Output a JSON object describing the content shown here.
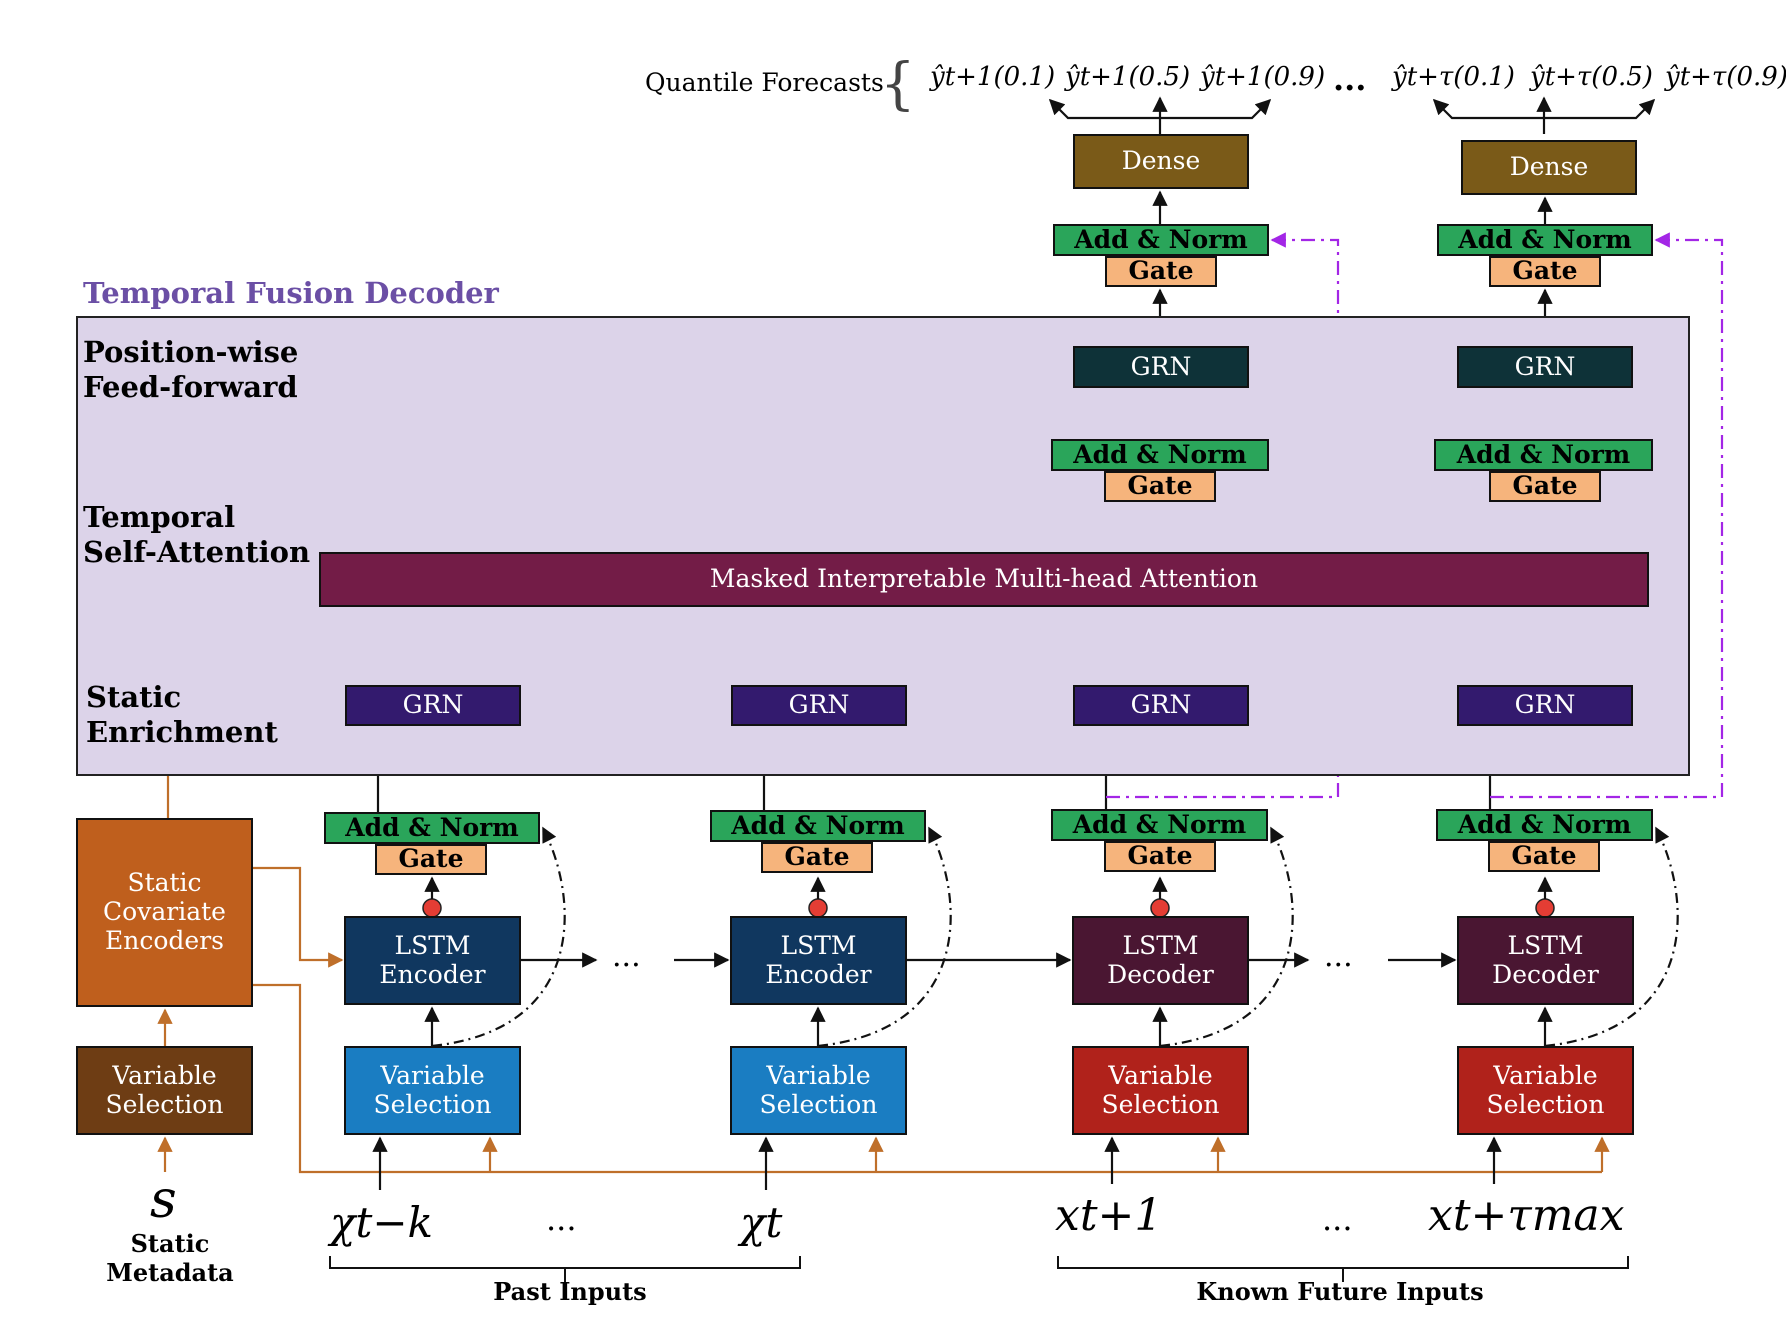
{
  "title": "Temporal Fusion Decoder",
  "sections": {
    "position_wise": [
      "Position-wise",
      "Feed-forward"
    ],
    "temporal_self_attention": [
      "Temporal",
      "Self-Attention"
    ],
    "static_enrichment": [
      "Static",
      "Enrichment"
    ]
  },
  "quantile_forecasts": {
    "label": "Quantile Forecasts",
    "group1": [
      "ŷt+1(0.1)",
      "ŷt+1(0.5)",
      "ŷt+1(0.9)"
    ],
    "group2": [
      "ŷt+τ(0.1)",
      "ŷt+τ(0.5)",
      "ŷt+τ(0.9)"
    ],
    "ellipsis": "..."
  },
  "blocks": {
    "dense": "Dense",
    "add_norm": "Add & Norm",
    "gate": "Gate",
    "grn": "GRN",
    "attention": "Masked Interpretable Multi-head Attention",
    "lstm_encoder": [
      "LSTM",
      "Encoder"
    ],
    "lstm_decoder": [
      "LSTM",
      "Decoder"
    ],
    "variable_selection": [
      "Variable",
      "Selection"
    ],
    "static_covariate_encoders": [
      "Static",
      "Covariate",
      "Encoders"
    ]
  },
  "inputs": {
    "static_symbol": "s",
    "static_label": [
      "Static",
      "Metadata"
    ],
    "past_first": "χt−k",
    "past_last": "χt",
    "future_first": "xt+1",
    "future_last": "xt+τmax",
    "ellipsis": "...",
    "past_group": "Past Inputs",
    "future_group": "Known Future Inputs"
  },
  "colors": {
    "panel_bg": "#dcd3e9",
    "panel_title": "#6b4fa5",
    "dense": "#7a5a18",
    "add_norm": "#2aa55a",
    "gate": "#f6b47c",
    "grn_top": "#0e3238",
    "grn_static": "#331a6e",
    "attention": "#731c47",
    "lstm_encoder": "#10375f",
    "lstm_decoder": "#4a1632",
    "vs_past": "#1a7dc2",
    "vs_future": "#b0221b",
    "vs_static": "#6e3d14",
    "static_encoders": "#bf5f1d",
    "orange_line": "#bf6f2a",
    "purple_dash": "#a326e6",
    "dot_red": "#e43d34"
  }
}
